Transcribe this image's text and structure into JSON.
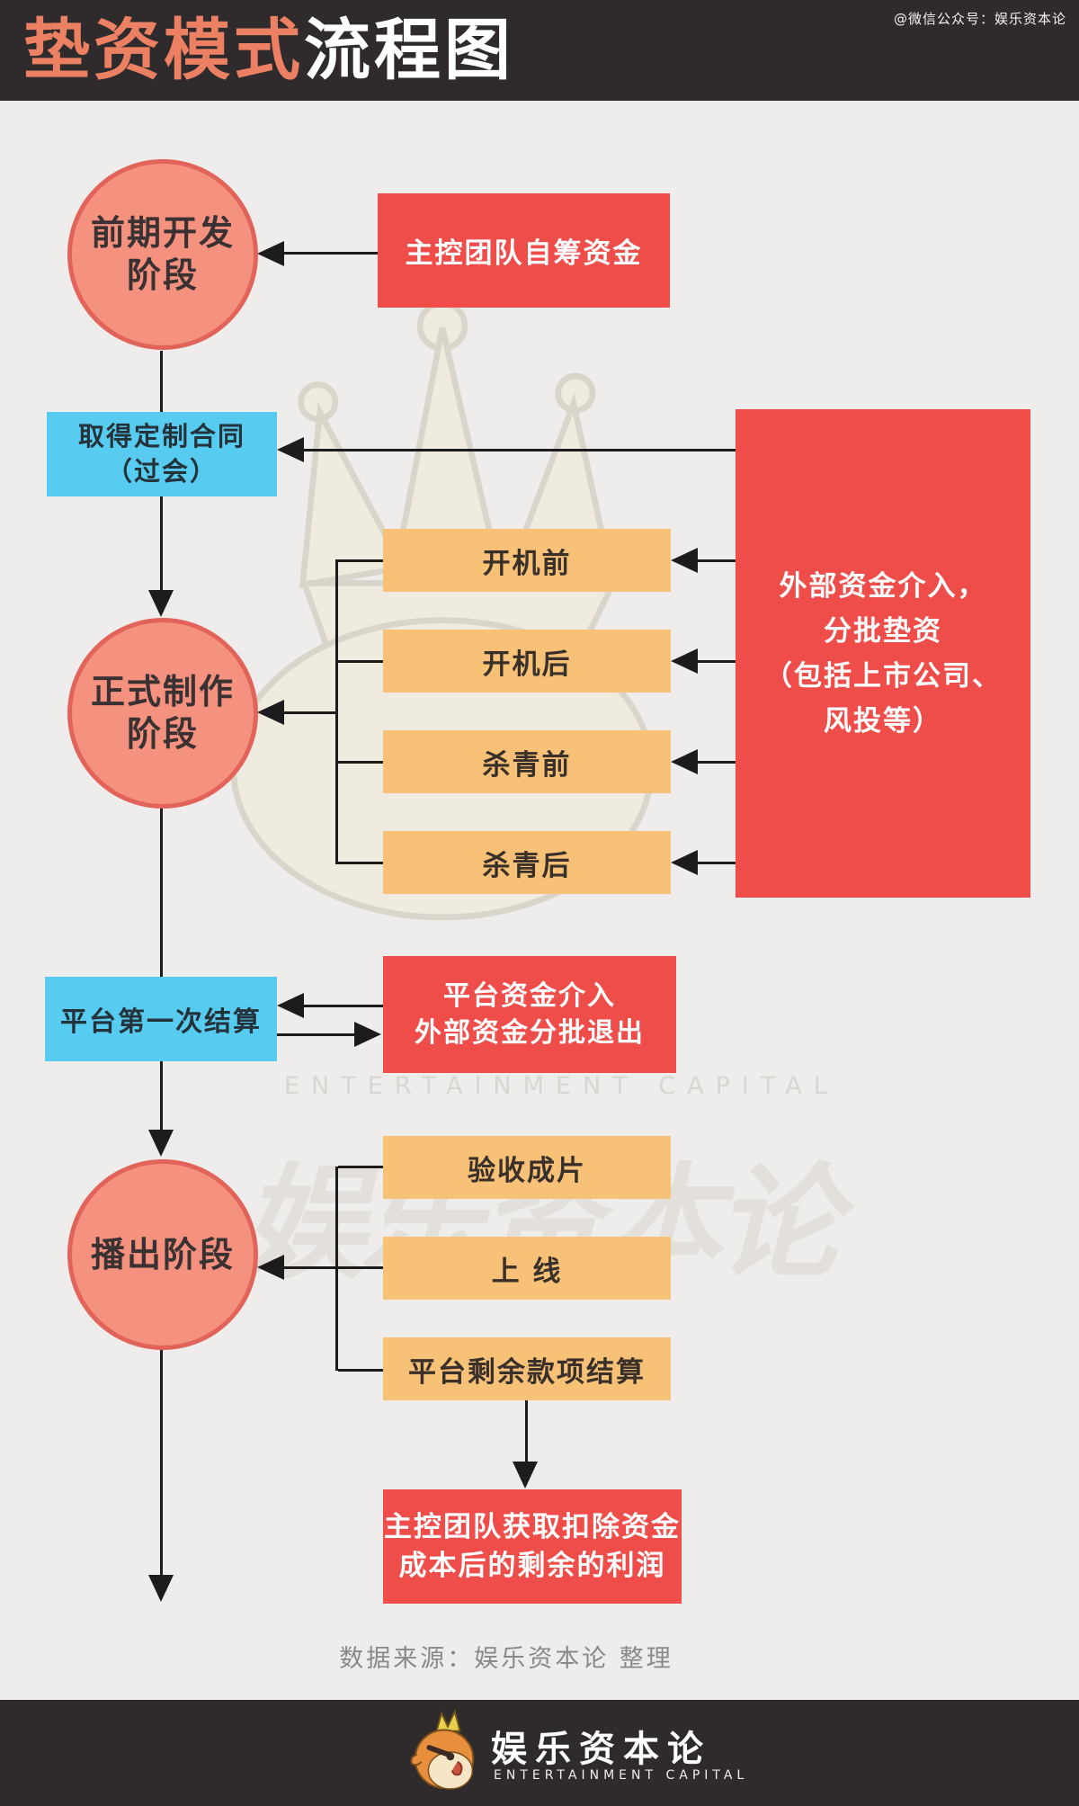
{
  "header": {
    "title_accent": "垫资模式",
    "title_rest": "流程图",
    "wechat": "@微信公众号：娱乐资本论"
  },
  "watermark": {
    "en": "ENTERTAINMENT CAPITAL",
    "cn": "娱乐资本论"
  },
  "stages": {
    "circle1": {
      "line1": "前期开发",
      "line2": "阶段"
    },
    "circle2": {
      "line1": "正式制作",
      "line2": "阶段"
    },
    "circle3": {
      "line1": "播出阶段"
    }
  },
  "nodes": {
    "self_fund": {
      "label": "主控团队自筹资金"
    },
    "contract": {
      "line1": "取得定制合同",
      "line2": "（过会）"
    },
    "external": {
      "line1": "外部资金介入，",
      "line2": "分批垫资",
      "line3": "（包括上市公司、",
      "line4": "风投等）"
    },
    "pre_shoot": {
      "label": "开机前"
    },
    "post_shoot": {
      "label": "开机后"
    },
    "pre_wrap": {
      "label": "杀青前"
    },
    "post_wrap": {
      "label": "杀青后"
    },
    "first_settle": {
      "label": "平台第一次结算"
    },
    "platform_in": {
      "line1": "平台资金介入",
      "line2": "外部资金分批退出"
    },
    "accept": {
      "label": "验收成片"
    },
    "online": {
      "label": "上 线"
    },
    "final_settle": {
      "label": "平台剩余款项结算"
    },
    "profit": {
      "line1": "主控团队获取扣除资金",
      "line2": "成本后的剩余的利润"
    }
  },
  "source_note": "数据来源：娱乐资本论 整理",
  "footer": {
    "logo_cn": "娱乐资本论",
    "logo_en": "ENTERTAINMENT CAPITAL"
  },
  "colors": {
    "red": "#ee4d49",
    "orange": "#f8c178",
    "blue": "#57cbf0",
    "circle_fill": "#f4917f",
    "circle_border": "#e2635a",
    "header_bg": "#2f2b2c",
    "page_bg": "#eeedeb",
    "title_accent": "#ec8063",
    "line": "#1d1b1b"
  }
}
